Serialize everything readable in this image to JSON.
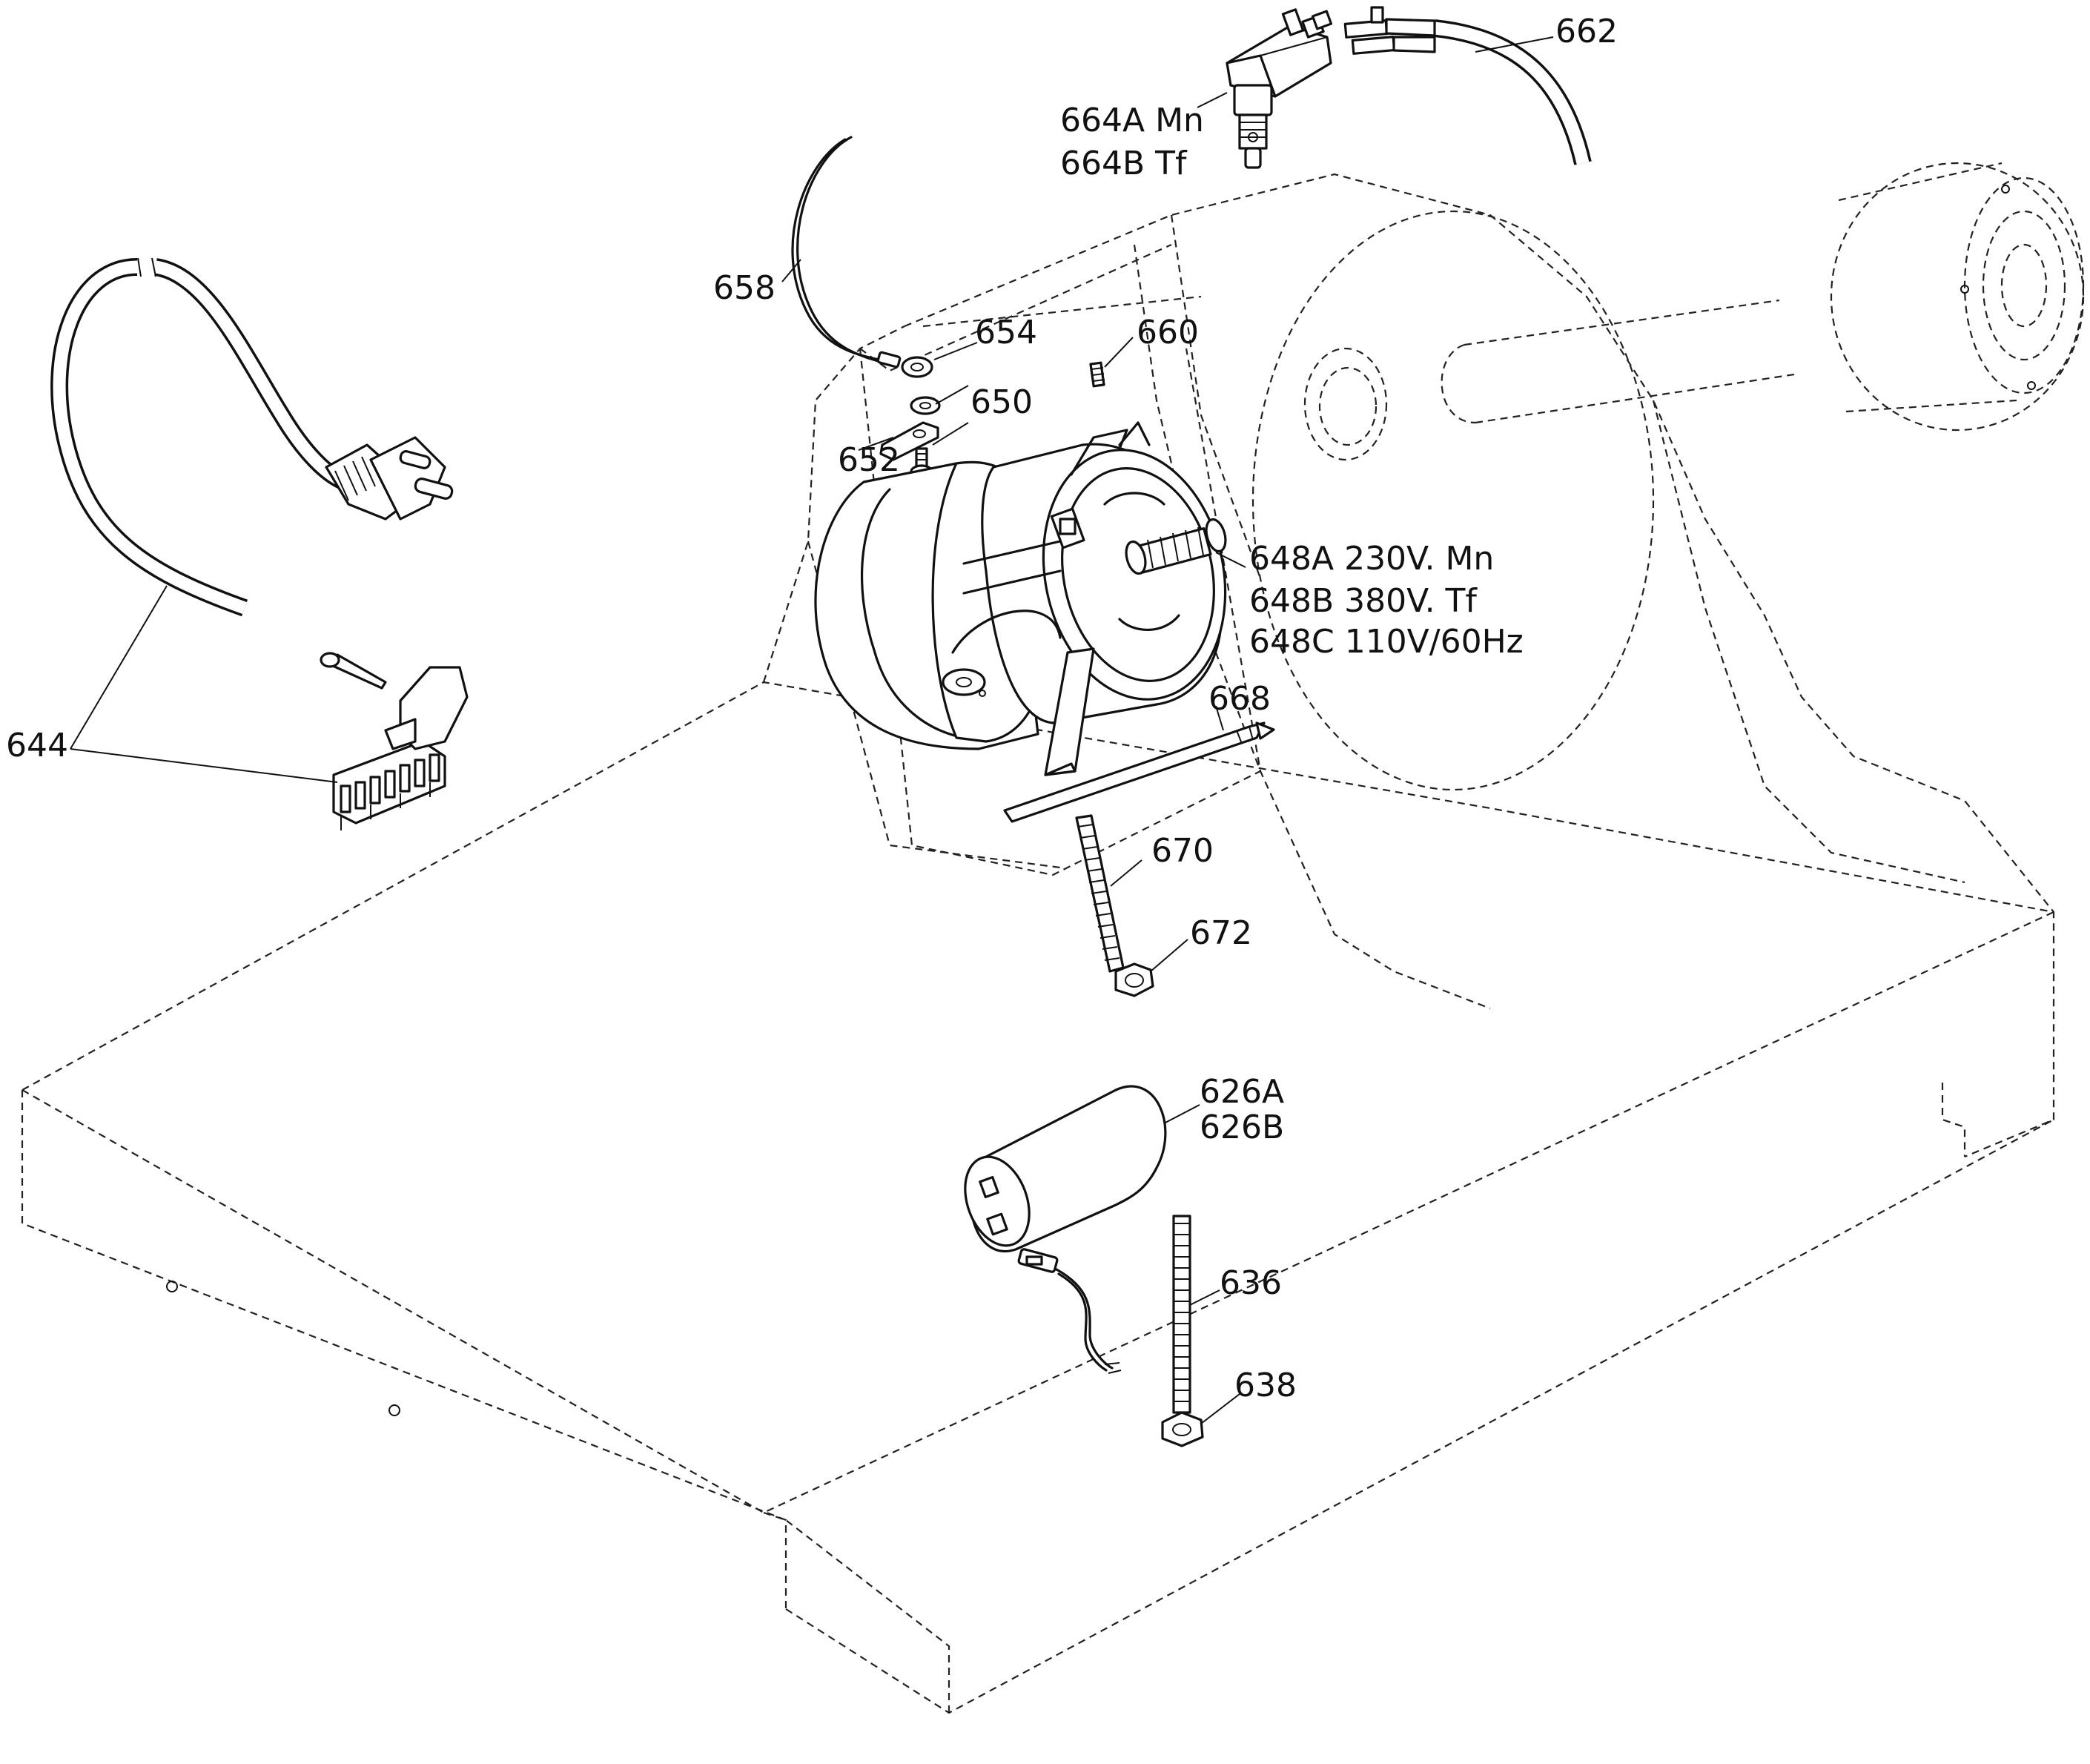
{
  "callouts": {
    "c662": "662",
    "c664a": "664A Mn",
    "c664b": "664B Tf",
    "c658": "658",
    "c654": "654",
    "c660": "660",
    "c650": "650",
    "c652": "652",
    "c648a": "648A  230V. Mn",
    "c648b": "648B  380V. Tf",
    "c648c": "648C 110V/60Hz",
    "c668": "668",
    "c670": "670",
    "c672": "672",
    "c644": "644",
    "c626a": "626A",
    "c626b": "626B",
    "c636": "636",
    "c638": "638"
  }
}
